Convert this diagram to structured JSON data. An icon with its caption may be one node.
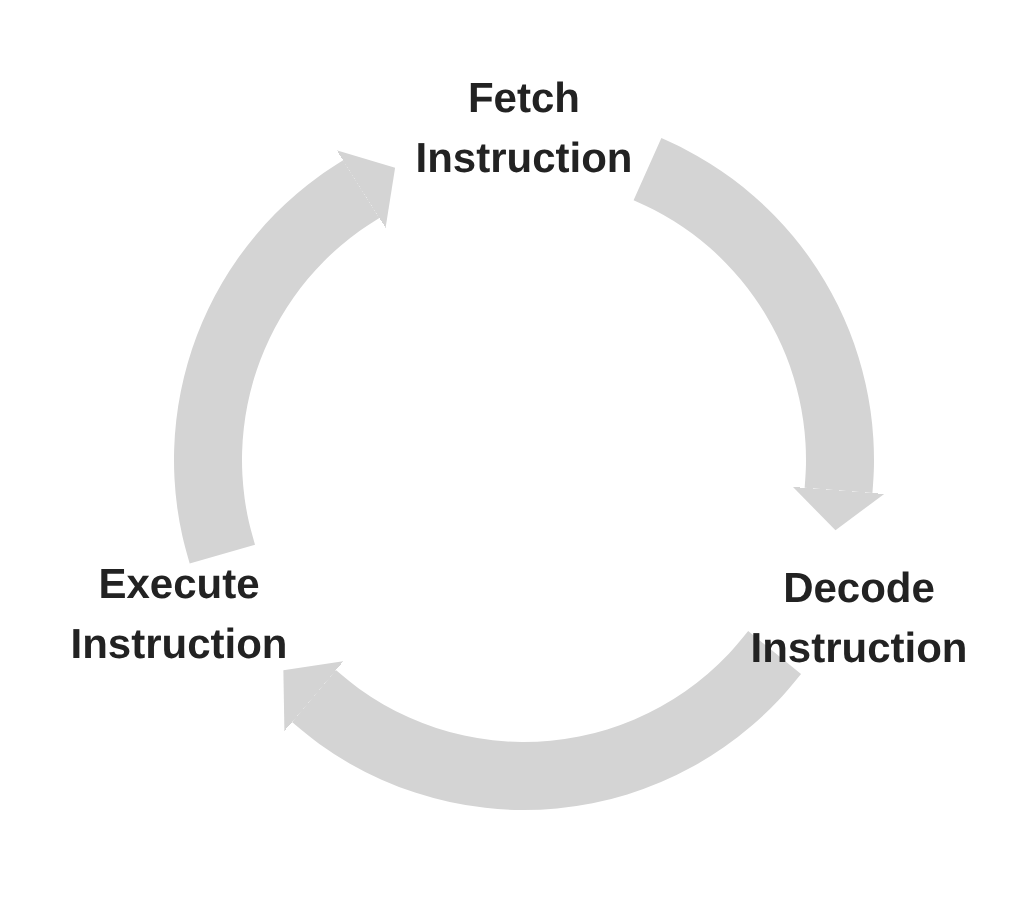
{
  "diagram": {
    "nodes": [
      {
        "text": [
          "Fetch Instruction"
        ]
      },
      {
        "text": [
          "Decode Instruction"
        ]
      },
      {
        "text": [
          "Execute Instruction"
        ]
      }
    ],
    "edges": [
      {
        "from": 0,
        "to": 1,
        "arrow": "to"
      },
      {
        "from": 1,
        "to": 2,
        "arrow": "to"
      },
      {
        "from": 2,
        "to": 0,
        "arrow": "to"
      }
    ]
  }
}
